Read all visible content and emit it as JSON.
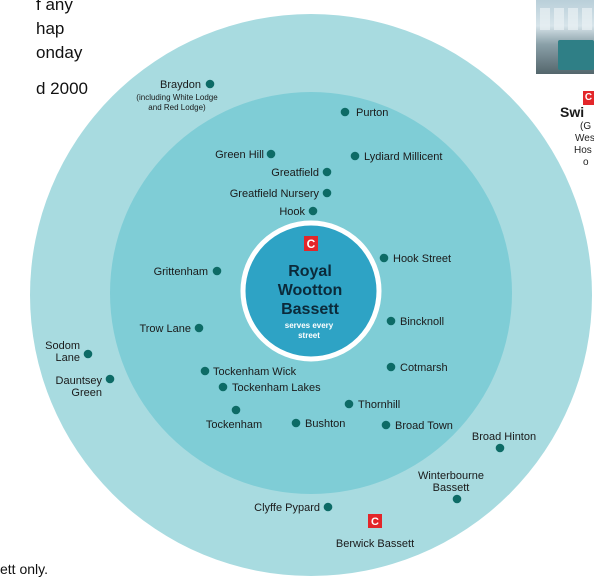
{
  "intro_text": [
    "f any",
    "hap",
    "onday",
    "d 2000"
  ],
  "footnote": "ett only.",
  "side_panel": {
    "title": "Swi",
    "lines": [
      "(G",
      "Wes",
      "Hos",
      "o"
    ],
    "marker": "C"
  },
  "centre": {
    "marker": "C",
    "name_lines": [
      "Royal",
      "Wootton",
      "Bassett"
    ],
    "note_lines": [
      "serves every",
      "street"
    ]
  },
  "colors": {
    "outer_ring": "#a8dbe0",
    "inner_ring": "#7fcdd6",
    "centre_fill": "#2ea3c5",
    "centre_border": "#ffffff",
    "dot": "#0d6b66",
    "marker_red": "#e3262a"
  },
  "locations": [
    {
      "name": "Braydon",
      "note": [
        "(including White Lodge",
        "and Red Lodge)"
      ],
      "zone": "outer"
    },
    {
      "name": "Purton",
      "zone": "inner"
    },
    {
      "name": "Green Hill",
      "zone": "inner"
    },
    {
      "name": "Lydiard Millicent",
      "zone": "inner"
    },
    {
      "name": "Greatfield",
      "zone": "inner"
    },
    {
      "name": "Greatfield Nursery",
      "zone": "inner"
    },
    {
      "name": "Hook",
      "zone": "inner"
    },
    {
      "name": "Hook Street",
      "zone": "inner"
    },
    {
      "name": "Grittenham",
      "zone": "inner"
    },
    {
      "name": "Trow Lane",
      "zone": "inner"
    },
    {
      "name": "Bincknoll",
      "zone": "inner"
    },
    {
      "name": "Sodom Lane",
      "lines": [
        "Sodom",
        "Lane"
      ],
      "zone": "outer"
    },
    {
      "name": "Dauntsey Green",
      "lines": [
        "Dauntsey",
        "Green"
      ],
      "zone": "outer"
    },
    {
      "name": "Tockenham Wick",
      "zone": "inner"
    },
    {
      "name": "Cotmarsh",
      "zone": "inner"
    },
    {
      "name": "Tockenham Lakes",
      "zone": "inner"
    },
    {
      "name": "Thornhill",
      "zone": "inner"
    },
    {
      "name": "Tockenham",
      "zone": "inner"
    },
    {
      "name": "Bushton",
      "zone": "inner"
    },
    {
      "name": "Broad Town",
      "zone": "inner"
    },
    {
      "name": "Broad Hinton",
      "zone": "outer"
    },
    {
      "name": "Winterbourne Bassett",
      "lines": [
        "Winterbourne",
        "Bassett"
      ],
      "zone": "outer"
    },
    {
      "name": "Clyffe Pypard",
      "zone": "outer"
    },
    {
      "name": "Berwick Bassett",
      "marker": "C",
      "zone": "outer"
    }
  ]
}
